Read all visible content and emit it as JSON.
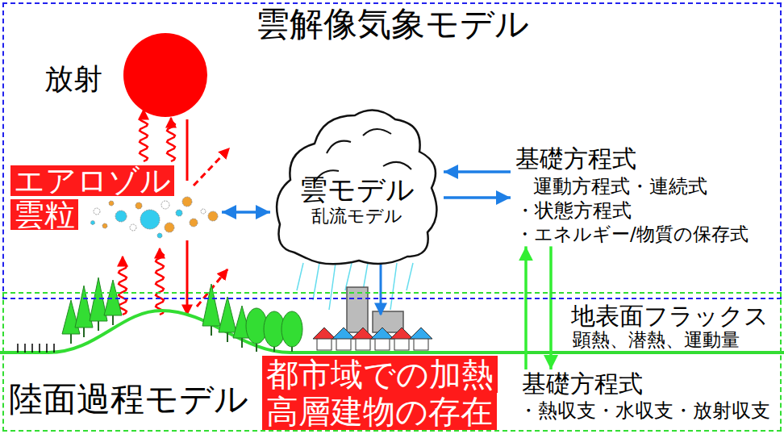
{
  "diagram": {
    "nodes": [
      {
        "text": [
          "雲解像気象モデル"
        ]
      },
      {
        "text": [
          "エアロゾル",
          "雲粒"
        ],
        "in": 0
      },
      {
        "text": [
          "雲モデル",
          "乱流モデル"
        ],
        "in": 0
      },
      {
        "text": [
          "基礎方程式",
          "運動方程式・連続式",
          "・状態方程式",
          "・エネルギー/物質の保存式"
        ],
        "in": 0
      },
      {
        "text": [
          "陸面過程モデル"
        ]
      },
      {
        "text": [
          "都市域での加熱",
          "高層建物の存在"
        ],
        "in": 4
      },
      {
        "text": [
          "基礎方程式",
          "・熱収支・水収支・放射収支"
        ],
        "in": 4
      }
    ],
    "edges": [
      {
        "from": 1,
        "to": 2,
        "arrow": "both"
      },
      {
        "from": 3,
        "to": 2,
        "arrow": "to"
      },
      {
        "from": 2,
        "to": 3,
        "arrow": "to"
      },
      {
        "from": 6,
        "to": 3,
        "arrow": "to"
      },
      {
        "from": 3,
        "to": 6,
        "arrow": "to"
      }
    ],
    "labels": [
      "放射",
      "地表面フラックス",
      "顕熱、潜熱、運動量"
    ]
  }
}
